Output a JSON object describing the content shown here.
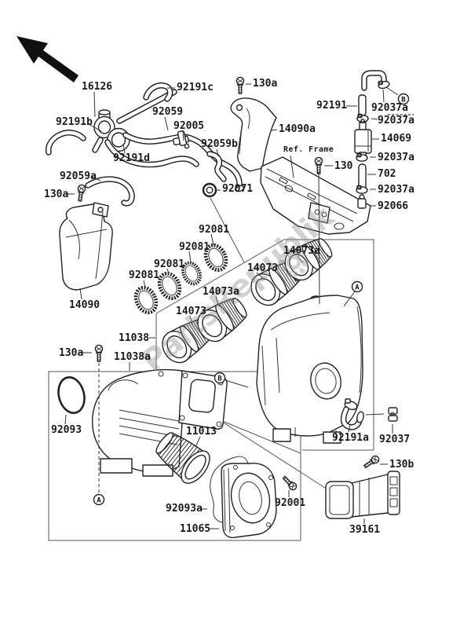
{
  "diagram": {
    "type": "exploded-parts-diagram",
    "subject": "air cleaner assembly",
    "colors": {
      "ink": "#1a1a1a",
      "refline": "#555555",
      "watermark": "#8f8f8f",
      "paper": "#ffffff"
    },
    "watermark": {
      "text": "PartsRepublik",
      "icon": "gear-icon"
    },
    "refs": {
      "a": "A",
      "b": "B"
    },
    "labels": {
      "l16126": "16126",
      "l92191c": "92191c",
      "l130a_top": "130a",
      "l92191": "92191",
      "l92037a_1": "92037a",
      "l92037a_2": "92037a",
      "l14069": "14069",
      "l92037a_3": "92037a",
      "l702": "702",
      "l92037a_4": "92037a",
      "l92066": "92066",
      "l92059": "92059",
      "l92005": "92005",
      "l92059b": "92059b",
      "l92191b": "92191b",
      "l92191d": "92191d",
      "l92059a": "92059a",
      "l130a_left": "130a",
      "l14090": "14090",
      "l14090a": "14090a",
      "lrefframe": "Ref. Frame",
      "l130": "130",
      "l92071": "92071",
      "l92081_1": "92081",
      "l92081_2": "92081",
      "l92081_3": "92081",
      "l92081_4": "92081",
      "l14073_left": "14073",
      "l14073a_left": "14073a",
      "l14073_right": "14073",
      "l14073a_right": "14073a",
      "l11038": "11038",
      "l11038a": "11038a",
      "l130a_bottom": "130a",
      "l92093": "92093",
      "l11013": "11013",
      "l92093a": "92093a",
      "l11065": "11065",
      "l92001": "92001",
      "l92191a": "92191a",
      "l92037": "92037",
      "l130b": "130b",
      "l39161": "39161"
    }
  }
}
